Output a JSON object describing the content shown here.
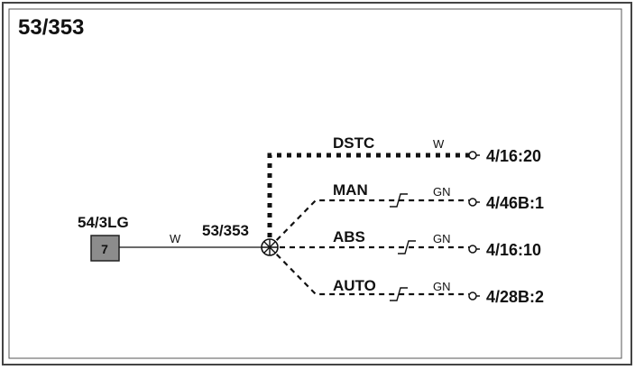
{
  "diagram": {
    "title": "53/353",
    "source_connector": {
      "label": "54/3LG",
      "pin": "7",
      "wire_color": "W"
    },
    "splice": {
      "label": "53/353"
    },
    "branches": [
      {
        "name": "DSTC",
        "wire_color": "W",
        "terminal": "4/16:20"
      },
      {
        "name": "MAN",
        "wire_color": "GN",
        "terminal": "4/46B:1"
      },
      {
        "name": "ABS",
        "wire_color": "GN",
        "terminal": "4/16:10"
      },
      {
        "name": "AUTO",
        "wire_color": "GN",
        "terminal": "4/28B:2"
      }
    ],
    "colors": {
      "line": "#111111",
      "frame": "#444444",
      "connector_fill": "#8c8c8c"
    }
  }
}
